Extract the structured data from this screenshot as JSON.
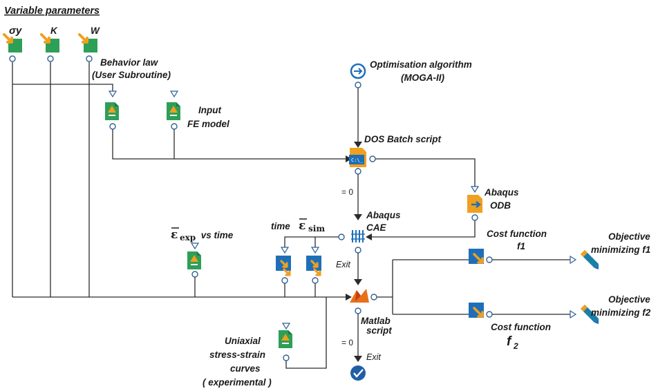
{
  "header": {
    "title": "Variable parameters"
  },
  "params": [
    {
      "label": "σy"
    },
    {
      "label": "K"
    },
    {
      "label": "W"
    }
  ],
  "nodes": {
    "behavior": {
      "line1": "Behavior law",
      "line2": "(User Subroutine)"
    },
    "input": {
      "line1": "Input",
      "line2": "FE model"
    },
    "optim": {
      "line1": "Optimisation algorithm",
      "line2": "(MOGA-II)"
    },
    "dos": {
      "label": "DOS Batch script"
    },
    "odb": {
      "line1": "Abaqus",
      "line2": "ODB"
    },
    "cae": {
      "line1": "Abaqus",
      "line2": "CAE"
    },
    "eps_exp": {
      "eps": "ε",
      "sub": "exp",
      "tail": " vs time"
    },
    "time": {
      "label": "time"
    },
    "eps_sim": {
      "eps": "ε",
      "sub": "sim"
    },
    "exit1": {
      "label": "Exit"
    },
    "eq0_top": {
      "label": "= 0"
    },
    "matlab": {
      "line1": "Matlab",
      "line2": "script"
    },
    "eq0_bot": {
      "label": "= 0"
    },
    "exit2": {
      "label": "Exit"
    },
    "uniaxial": {
      "line1": "Uniaxial",
      "line2": "stress-strain",
      "line3": "curves",
      "line4": "( experimental )"
    },
    "cost1": {
      "line1": "Cost function",
      "line2": "f1"
    },
    "cost2": {
      "line1": "Cost function",
      "f": "f",
      "sub": "2"
    },
    "obj1": {
      "line1": "Objective",
      "line2": "minimizing f1"
    },
    "obj2": {
      "line1": "Objective",
      "line2": "minimizing f2"
    }
  },
  "colors": {
    "green": "#2e9f57",
    "green_dark": "#1d7a3f",
    "orange": "#f0a020",
    "blue": "#1e6fb8",
    "teal": "#1a7fa8",
    "matlab": "#e86f1c",
    "check": "#1f5fa5"
  },
  "icons": {
    "param": "variable-input-icon",
    "file": "input-file-icon",
    "optim": "scheduler-icon",
    "dos": "dos-script-icon",
    "odb": "output-file-icon",
    "cae": "abaqus-node-icon",
    "transfer": "transfer-variable-icon",
    "matlab": "matlab-icon",
    "cost": "output-variable-icon",
    "objective": "objective-icon",
    "end": "logic-end-icon"
  }
}
